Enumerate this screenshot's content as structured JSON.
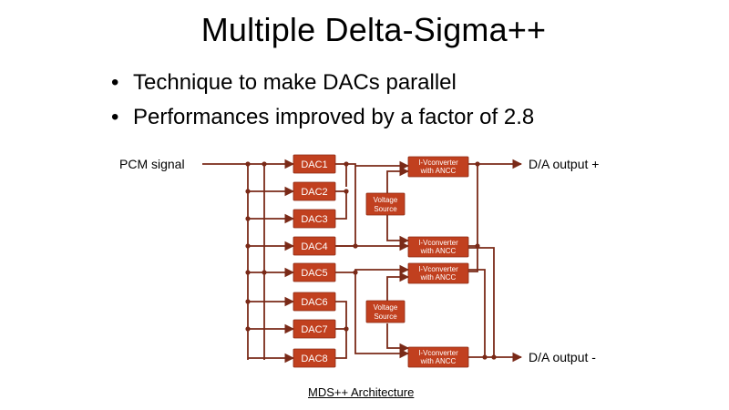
{
  "slide": {
    "title": "Multiple Delta-Sigma++",
    "bullets": [
      "Technique to make DACs parallel",
      "Performances improved by a factor of 2.8"
    ],
    "caption": "MDS++ Architecture"
  },
  "diagram": {
    "input_label": "PCM signal",
    "output_plus_label": "D/A output +",
    "output_minus_label": "D/A output -",
    "dacs": [
      "DAC1",
      "DAC2",
      "DAC3",
      "DAC4",
      "DAC5",
      "DAC6",
      "DAC7",
      "DAC8"
    ],
    "converter_line1": "I-Vconverter",
    "converter_line2": "with ANCC",
    "voltage_source_line1": "Voltage",
    "voltage_source_line2": "Source"
  },
  "colors": {
    "block_fill": "#c1401f",
    "wire": "#7a2a18"
  }
}
